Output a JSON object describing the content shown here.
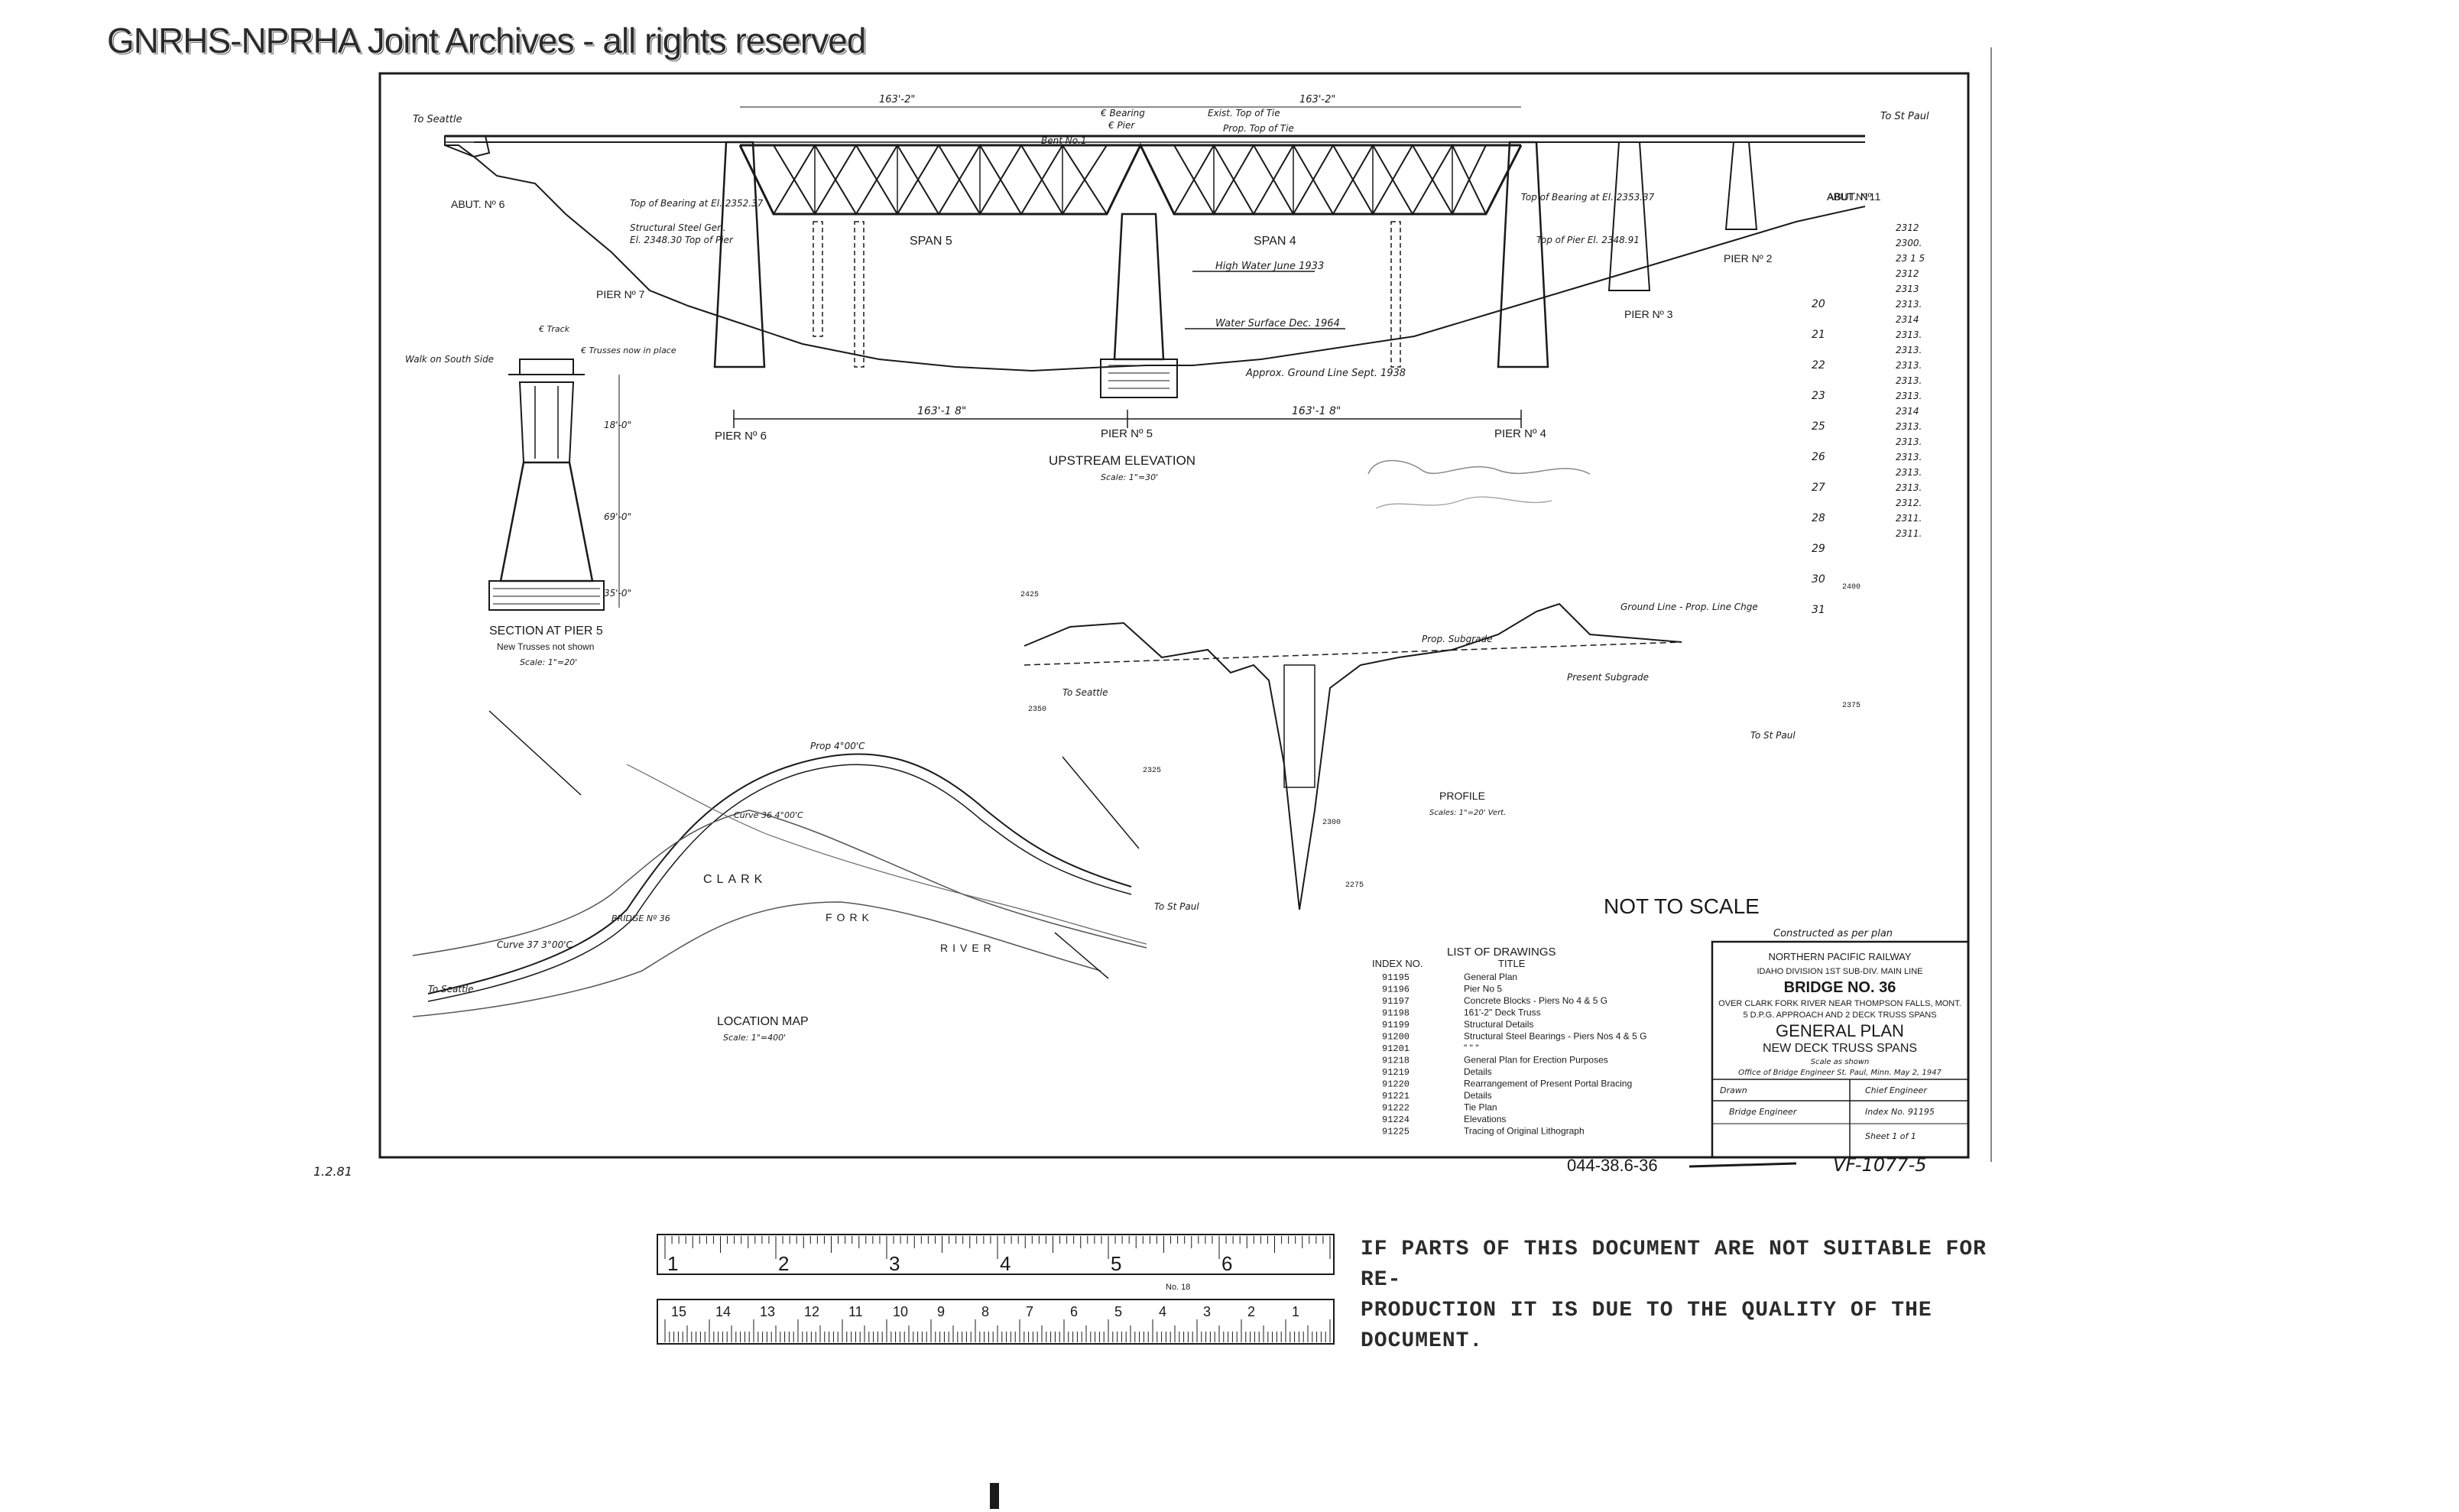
{
  "watermark": "GNRHS-NPRHA Joint Archives - all rights reserved",
  "elevation": {
    "title": "UPSTREAM ELEVATION",
    "scale": "Scale: 1\"=30'",
    "to_seattle": "To Seattle",
    "to_st_paul": "To St Paul",
    "span5": "SPAN 5",
    "span4": "SPAN 4",
    "abut6": "ABUT. Nº 6",
    "abut1": "ABUT. Nº 1",
    "pier7": "PIER Nº 7",
    "pier6": "PIER Nº 6",
    "pier5": "PIER Nº 5",
    "pier4": "PIER Nº 4",
    "pier3": "PIER Nº 3",
    "pier2": "PIER Nº 2",
    "dim_left": "163'-1 8\"",
    "dim_right": "163'-1 8\"",
    "dim_top_left": "163'-2\"",
    "dim_top_right": "163'-2\"",
    "high_water": "High Water June 1933",
    "water_surface": "Water Surface Dec. 1964",
    "ground_line": "Approx. Ground Line Sept. 1938",
    "top_bearing_l": "Top of Bearing at El. 2352.37",
    "top_bearing_r": "Top of Bearing at El. 2353.37",
    "top_pier_l": "El. 2348.30 Top of Pier",
    "top_pier_r": "Top of Pier El. 2348.91",
    "struct_steel": "Structural Steel Gen.",
    "existing_top_tie": "Exist. Top of Tie",
    "prop_top_tie": "Prop. Top of Tie",
    "bearing": "€ Bearing",
    "pier_cl": "€ Pier",
    "bent": "Bent No.1"
  },
  "section": {
    "title": "SECTION AT PIER 5",
    "note": "New Trusses not shown",
    "scale": "Scale: 1\"=20'",
    "track": "€ Track",
    "walk": "Walk on South Side",
    "trusses_note": "€ Trusses now in place",
    "dim1": "18'-0\"",
    "dim2": "69'-0\"",
    "dim3": "35'-0\""
  },
  "profile": {
    "title": "PROFILE",
    "scale": "Scales: 1\"=20' Vert.",
    "ground_line": "Ground Line - Prop. Line Chge",
    "prop_subgrade": "Prop. Subgrade",
    "present_subgrade": "Present Subgrade",
    "to_seattle": "To Seattle",
    "to_st_paul": "To St Paul",
    "elev_2425": "2425",
    "elev_2400": "2400",
    "elev_2375": "2375",
    "elev_2350": "2350",
    "elev_2325": "2325",
    "elev_2300": "2300",
    "elev_2275": "2275"
  },
  "location_map": {
    "title": "LOCATION MAP",
    "scale": "Scale: 1\"=400'",
    "river1": "CLARK",
    "river2": "FORK",
    "river3": "RIVER",
    "to_seattle": "To Seattle",
    "to_st_paul": "To St Paul",
    "curve1": "Curve 37  3°00'C",
    "curve2": "Prop 4°00'C",
    "curve3": "Curve 36  4°00'C",
    "bridge": "BRIDGE Nº 36"
  },
  "not_to_scale": "NOT TO SCALE",
  "drawings": {
    "title": "LIST OF DRAWINGS",
    "index_head": "INDEX NO.",
    "title_head": "TITLE",
    "rows": [
      {
        "no": "91195",
        "title": "General Plan"
      },
      {
        "no": "91196",
        "title": "Pier No 5"
      },
      {
        "no": "91197",
        "title": "Concrete Blocks - Piers No 4 & 5 G"
      },
      {
        "no": "91198",
        "title": "161'-2\" Deck Truss"
      },
      {
        "no": "91199",
        "title": "Structural Details"
      },
      {
        "no": "91200",
        "title": "Structural Steel Bearings - Piers Nos 4 & 5 G"
      },
      {
        "no": "91201",
        "title": "\"   \"   \""
      },
      {
        "no": "91218",
        "title": "General Plan for Erection Purposes"
      },
      {
        "no": "91219",
        "title": "Details"
      },
      {
        "no": "91220",
        "title": "Rearrangement of Present Portal Bracing"
      },
      {
        "no": "91221",
        "title": "Details"
      },
      {
        "no": "91222",
        "title": "Tie Plan"
      },
      {
        "no": "91224",
        "title": "Elevations"
      },
      {
        "no": "91225",
        "title": "Tracing of Original Lithograph"
      }
    ]
  },
  "title_block": {
    "constructed": "Constructed as per plan",
    "company": "NORTHERN PACIFIC RAILWAY",
    "division": "IDAHO DIVISION   1ST SUB-DIV.   MAIN LINE",
    "bridge": "BRIDGE NO. 36",
    "over": "OVER CLARK FORK RIVER NEAR THOMPSON FALLS, MONT.",
    "spans": "5 D.P.G. APPROACH AND 2 DECK TRUSS SPANS",
    "plan": "GENERAL PLAN",
    "subtitle": "NEW DECK TRUSS SPANS",
    "scale": "Scale as shown",
    "office": "Office of Bridge Engineer   St. Paul, Minn.  May 2, 1947",
    "drawn": "Drawn",
    "bridge_engineer": "Bridge Engineer",
    "chief": "Chief Engineer",
    "index": "Index No. 91195",
    "sheet": "Sheet 1 of 1"
  },
  "drawing_number": "044-38.6-36",
  "vf_number": "VF-1077-5",
  "elev_table": {
    "header": "ABUT Nº 1",
    "rows": [
      "2312",
      "2300.",
      "23 1 5",
      "2312",
      "2313",
      "2313.",
      "2314",
      "2313.",
      "2313.",
      "2313.",
      "2313.",
      "2313.",
      "2314",
      "2313.",
      "2313.",
      "2313.",
      "2313.",
      "2313.",
      "2312.",
      "2311.",
      "2311."
    ],
    "nums": [
      "20",
      "21",
      "22",
      "23",
      "25",
      "26",
      "27",
      "28",
      "29",
      "30",
      "31"
    ]
  },
  "ruler": {
    "top_numbers": [
      "1",
      "2",
      "3",
      "4",
      "5",
      "6"
    ],
    "bottom_numbers": [
      "15",
      "14",
      "13",
      "12",
      "11",
      "10",
      "9",
      "8",
      "7",
      "6",
      "5",
      "4",
      "3",
      "2",
      "1"
    ],
    "label": "No. 18"
  },
  "notice": {
    "line1": "IF PARTS OF THIS DOCUMENT ARE NOT SUITABLE FOR RE-",
    "line2": "PRODUCTION IT IS DUE TO THE QUALITY OF THE DOCUMENT."
  },
  "side_mark": "1.2.81"
}
